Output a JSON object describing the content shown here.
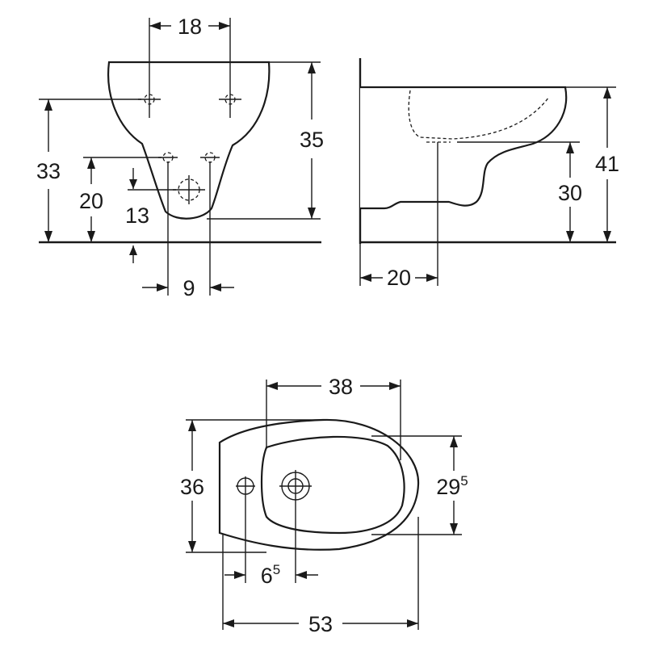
{
  "front_view": {
    "width_18": "18",
    "height_33": "33",
    "height_35": "35",
    "height_20": "20",
    "height_13": "13",
    "width_9": "9"
  },
  "side_view": {
    "height_41": "41",
    "height_30": "30",
    "depth_20": "20"
  },
  "top_view": {
    "width_38": "38",
    "width_36": "36",
    "width_29": "29",
    "width_29_sup": "5",
    "width_6": "6",
    "width_6_sup": "5",
    "length_53": "53"
  }
}
